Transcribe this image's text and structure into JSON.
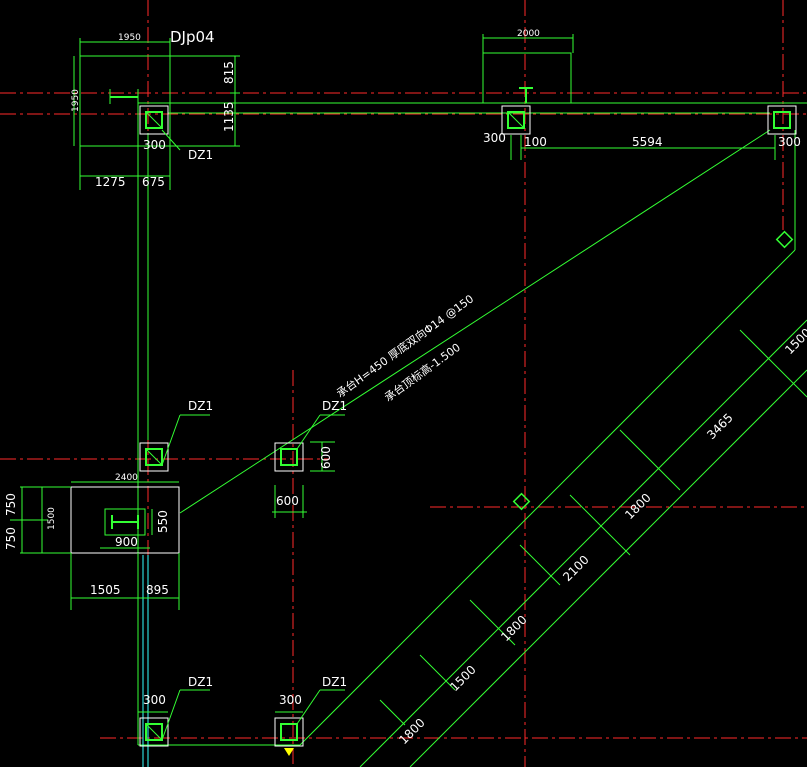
{
  "colors": {
    "background": "#000000",
    "axis": "#ff2a2a",
    "structure": "#33ff33",
    "dimension": "#33ff33",
    "text": "#ffffff",
    "cyan": "#33ffff",
    "marker": "#ffff00"
  },
  "title": "DJp04",
  "note": {
    "line1": "承台H=450 厚底双向Φ14 @150",
    "line2": "承台顶标高-1.500"
  },
  "columns": {
    "label": "DZ1",
    "size": "300"
  },
  "dims": {
    "top_left_w": "1950",
    "top_left_h": "1950",
    "top_left_815": "815",
    "top_left_1135": "1135",
    "top_left_1275": "1275",
    "top_left_675": "675",
    "top_mid_w": "2000",
    "top_mid_100": "100",
    "top_span": "5594",
    "mid_col_600h": "600",
    "mid_col_600w": "600",
    "left_cap_w": "2400",
    "left_cap_h": "1500",
    "left_750a": "750",
    "left_750b": "750",
    "left_550": "550",
    "left_900": "900",
    "left_1505": "1505",
    "left_895": "895",
    "diag_1500_top": "1500",
    "diag_3465": "3465",
    "diag_1800a": "1800",
    "diag_2100": "2100",
    "diag_1800b": "1800",
    "diag_1500": "1500",
    "diag_1800c": "1800"
  }
}
